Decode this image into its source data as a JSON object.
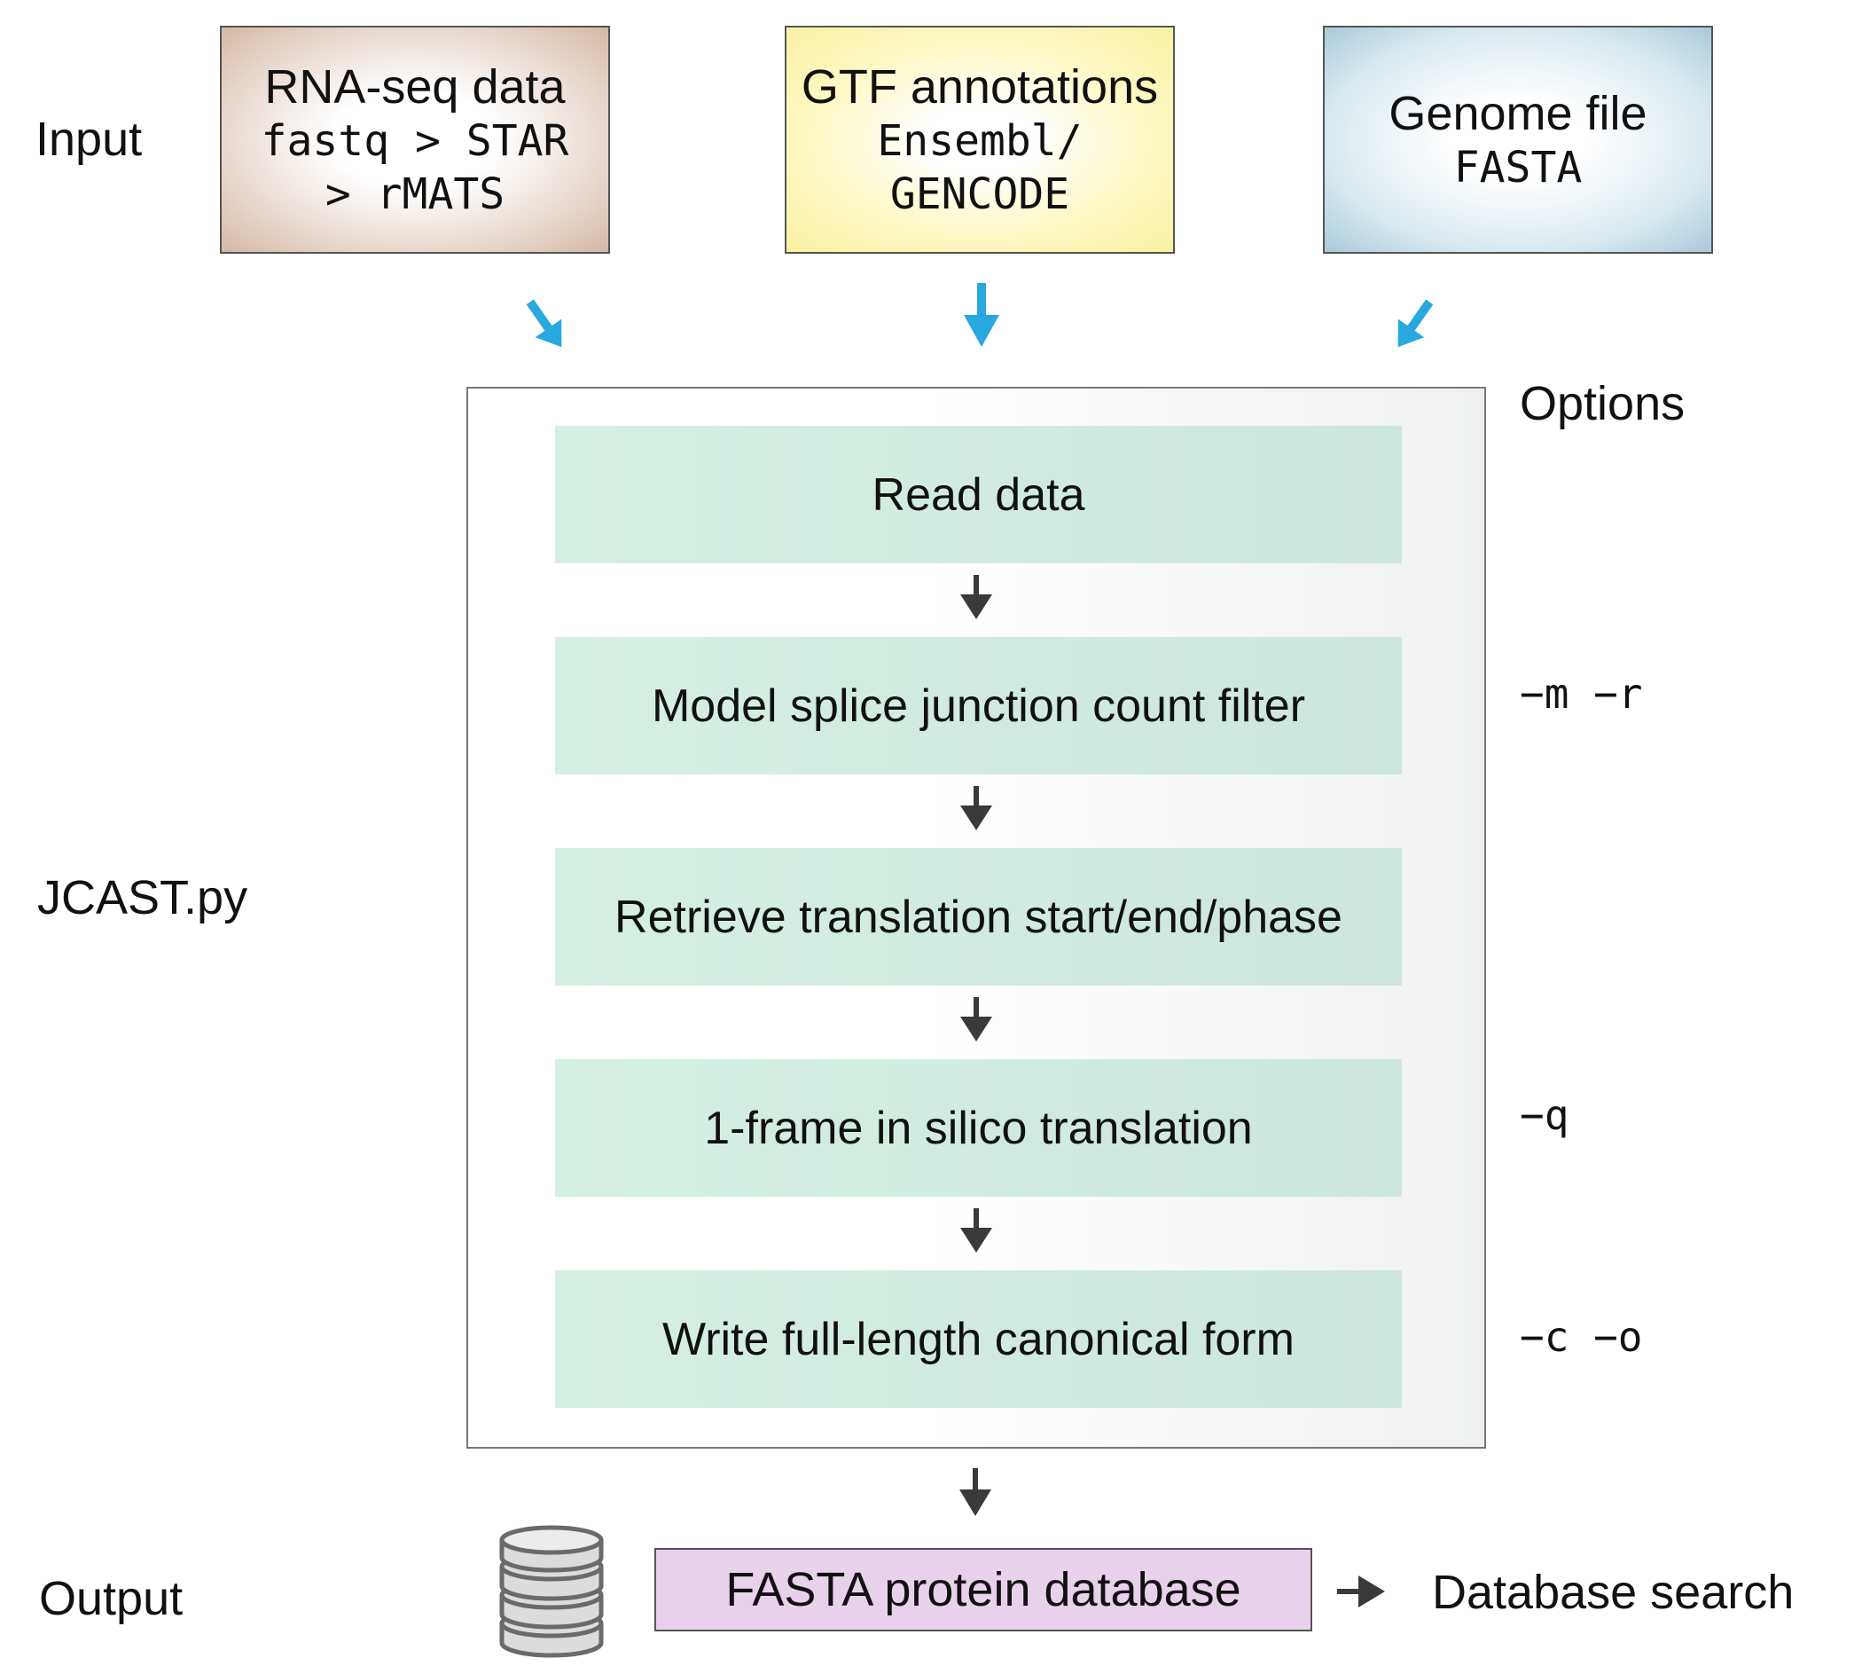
{
  "labels": {
    "input": "Input",
    "jcast": "JCAST.py",
    "output": "Output",
    "options": "Options"
  },
  "inputs": [
    {
      "title": "RNA-seq data",
      "lines": [
        "fastq > STAR",
        "> rMATS"
      ]
    },
    {
      "title": "GTF annotations",
      "lines": [
        "Ensembl/",
        "GENCODE"
      ]
    },
    {
      "title": "Genome file",
      "lines": [
        "FASTA"
      ]
    }
  ],
  "steps": [
    {
      "label": "Read data",
      "option": ""
    },
    {
      "label": "Model splice junction count filter",
      "option": "−m −r"
    },
    {
      "label": "Retrieve translation start/end/phase",
      "option": ""
    },
    {
      "label": "1-frame in silico translation",
      "option": "−q"
    },
    {
      "label": "Write full-length canonical form",
      "option": "−c −o"
    }
  ],
  "output": {
    "database": "FASTA protein database",
    "next": "Database search"
  },
  "colors": {
    "input_arrow": "#29a8df",
    "flow_arrow": "#3a3a3a",
    "step_fill": "#d6efe3",
    "output_fill": "#e8d1ea"
  },
  "icons": [
    "database-icon",
    "arrow-down-icon",
    "arrow-right-icon"
  ]
}
